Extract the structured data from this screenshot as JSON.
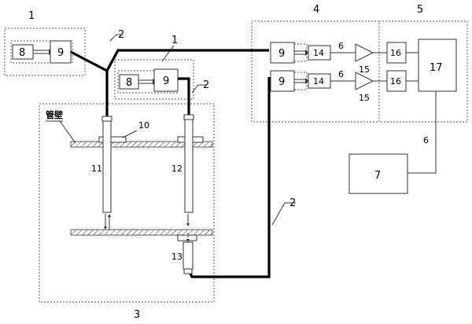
{
  "labels": {
    "module_1_top_left": "1",
    "module_1_center": "1",
    "cable_2_left": "2",
    "cable_2_mid": "2",
    "cable_2_bottom": "2",
    "region_3": "3",
    "region_4": "4",
    "region_5": "5",
    "signal_line_upper": "6",
    "signal_line_lower": "6",
    "signal_line_vertical": "6",
    "computer_7": "7",
    "light_source_a": "8",
    "light_source_b": "8",
    "coupler_a": "9",
    "coupler_b": "9",
    "coupler_c": "9",
    "coupler_d": "9",
    "flange_10": "10",
    "probe_11": "11",
    "probe_12": "12",
    "probe_13": "13",
    "detector_a": "14",
    "detector_b": "14",
    "amplifier_a": "15",
    "amplifier_b": "15",
    "adc_a": "16",
    "adc_b": "16",
    "processor_17": "17",
    "pipe_wall": "管壁"
  },
  "colors": {
    "line": "#000000",
    "dash": "#555555",
    "background": "#ffffff"
  }
}
